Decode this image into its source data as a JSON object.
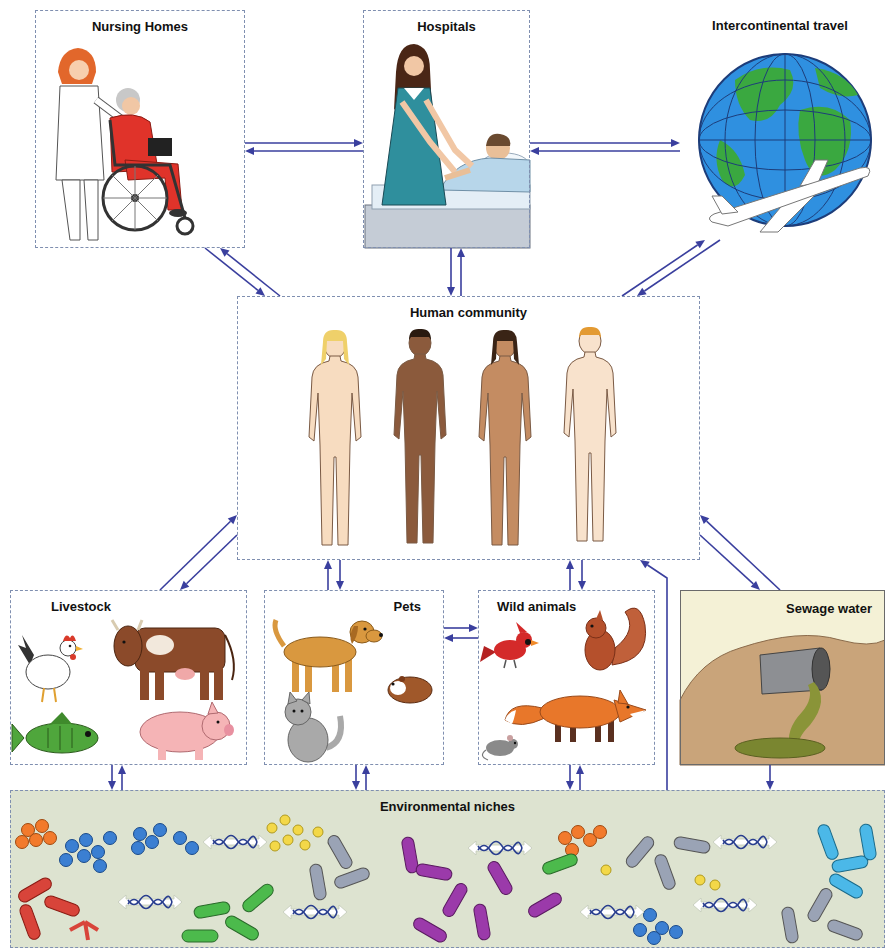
{
  "diagram": {
    "nodes": [
      {
        "text": [
          "Nursing Homes"
        ]
      },
      {
        "text": [
          "Hospitals"
        ]
      },
      {
        "text": [
          "Intercontinental travel"
        ]
      },
      {
        "text": [
          "Human community"
        ]
      },
      {
        "text": [
          "Livestock"
        ]
      },
      {
        "text": [
          "Pets"
        ]
      },
      {
        "text": [
          "Wild animals"
        ]
      },
      {
        "text": [
          "Sewage water"
        ]
      },
      {
        "text": [
          "Environmental niches"
        ]
      }
    ],
    "edges": [
      {
        "from": 0,
        "to": 1,
        "arrow": "to"
      },
      {
        "from": 1,
        "to": 0,
        "arrow": "to"
      },
      {
        "from": 1,
        "to": 2,
        "arrow": "to"
      },
      {
        "from": 2,
        "to": 1,
        "arrow": "to"
      },
      {
        "from": 0,
        "to": 3,
        "arrow": "to"
      },
      {
        "from": 3,
        "to": 0,
        "arrow": "to"
      },
      {
        "from": 1,
        "to": 3,
        "arrow": "to"
      },
      {
        "from": 3,
        "to": 1,
        "arrow": "to"
      },
      {
        "from": 2,
        "to": 3,
        "arrow": "to"
      },
      {
        "from": 3,
        "to": 2,
        "arrow": "to"
      },
      {
        "from": 4,
        "to": 3,
        "arrow": "to"
      },
      {
        "from": 3,
        "to": 4,
        "arrow": "to"
      },
      {
        "from": 5,
        "to": 3,
        "arrow": "to"
      },
      {
        "from": 3,
        "to": 5,
        "arrow": "to"
      },
      {
        "from": 6,
        "to": 3,
        "arrow": "to"
      },
      {
        "from": 3,
        "to": 6,
        "arrow": "to"
      },
      {
        "from": 7,
        "to": 3,
        "arrow": "to"
      },
      {
        "from": 3,
        "to": 7,
        "arrow": "to"
      },
      {
        "from": 5,
        "to": 6,
        "arrow": "to"
      },
      {
        "from": 6,
        "to": 5,
        "arrow": "to"
      },
      {
        "from": 4,
        "to": 8,
        "arrow": "to"
      },
      {
        "from": 8,
        "to": 4,
        "arrow": "to"
      },
      {
        "from": 5,
        "to": 8,
        "arrow": "to"
      },
      {
        "from": 8,
        "to": 5,
        "arrow": "to"
      },
      {
        "from": 6,
        "to": 8,
        "arrow": "to"
      },
      {
        "from": 8,
        "to": 6,
        "arrow": "to"
      },
      {
        "from": 8,
        "to": 3,
        "arrow": "to"
      },
      {
        "from": 7,
        "to": 8,
        "arrow": "to"
      }
    ]
  }
}
